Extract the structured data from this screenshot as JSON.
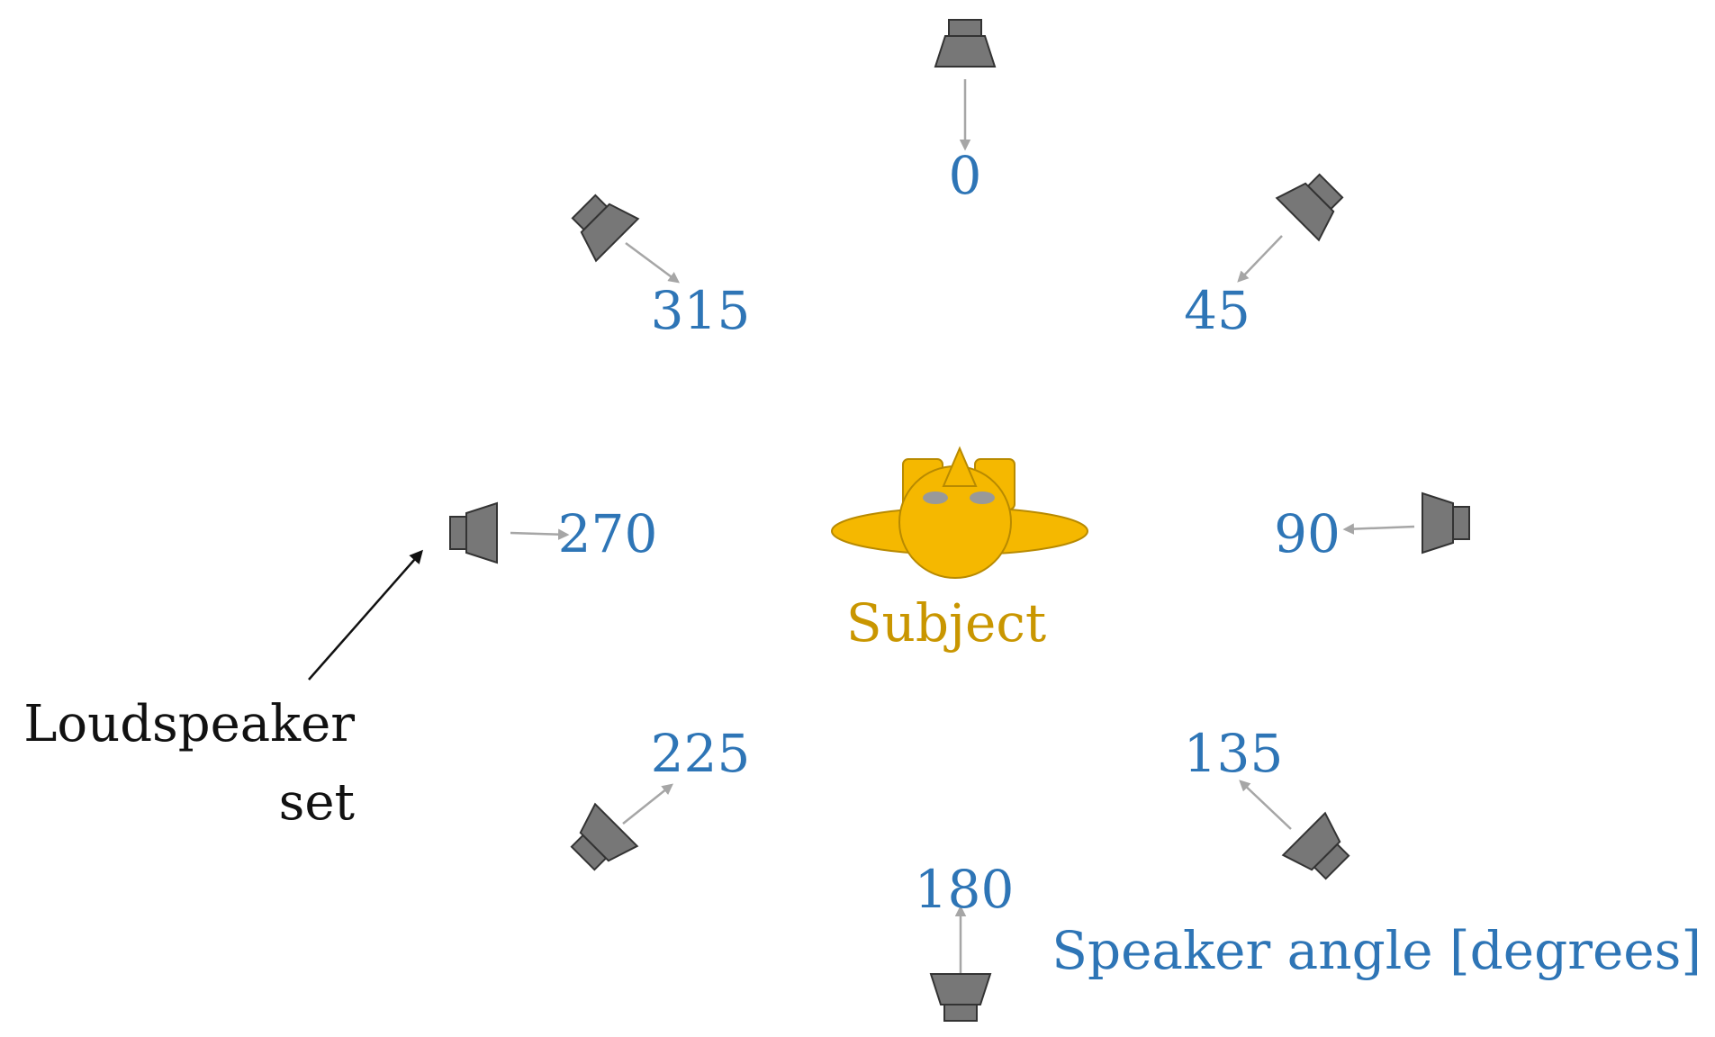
{
  "colors": {
    "angle_label": "#2e75b6",
    "subject": "#f5b800",
    "subject_stroke": "#b88a00",
    "subject_label": "#c99600",
    "speaker_fill": "#777777",
    "speaker_stroke": "#333333",
    "arrow": "#a6a6a6",
    "pointer": "#111111",
    "text": "#111111"
  },
  "subject": {
    "label": "Subject"
  },
  "speakers": [
    {
      "angle": 0,
      "label": "0"
    },
    {
      "angle": 45,
      "label": "45"
    },
    {
      "angle": 90,
      "label": "90"
    },
    {
      "angle": 135,
      "label": "135"
    },
    {
      "angle": 180,
      "label": "180"
    },
    {
      "angle": 225,
      "label": "225"
    },
    {
      "angle": 270,
      "label": "270"
    },
    {
      "angle": 315,
      "label": "315"
    }
  ],
  "callout": {
    "line1": "Loudspeaker",
    "line2": "set"
  },
  "axis_caption": "Speaker angle [degrees]"
}
